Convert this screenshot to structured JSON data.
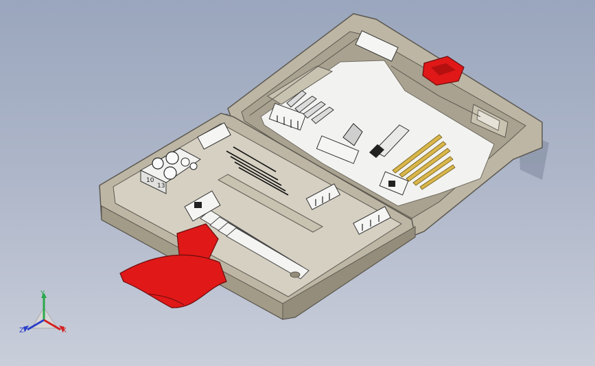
{
  "viewport": {
    "background_top": "#9aa6bd",
    "background_bottom": "#c9ceda"
  },
  "model": {
    "case_color": "#bdb6a4",
    "case_edge": "#6e6a60",
    "tray_color": "#f2f2f0",
    "latch_color": "#e01818",
    "drill_bit_gold": "#d9b64a",
    "socket_labels": [
      "10",
      "13"
    ]
  },
  "triad": {
    "y_label": "Y",
    "x_label": "X",
    "z_label": "Z",
    "icon": "axis-triad-icon"
  }
}
